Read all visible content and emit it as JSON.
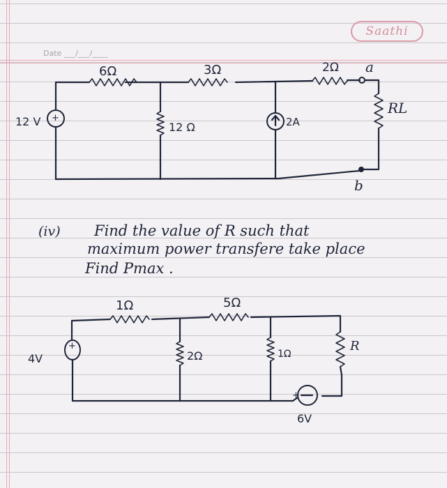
{
  "notebook": {
    "brand": "Saathi",
    "date_label": "Date ___/___/____"
  },
  "circuit1": {
    "source_voltage": "12 V",
    "source_polarity": "+",
    "r_series_1": "6Ω",
    "r_shunt": "12 Ω",
    "r_series_2": "3Ω",
    "current_source": "2A",
    "r_series_3": "2Ω",
    "node_a": "a",
    "node_b": "b",
    "r_load": "RL"
  },
  "question": {
    "number": "(iv)",
    "line1": "Find the value of R such that",
    "line2": "maximum power transfere take place",
    "line3": "Find Pmax ."
  },
  "circuit2": {
    "source_voltage": "4V",
    "source_polarity": "+",
    "r_series_1": "1Ω",
    "r_shunt_1": "2Ω",
    "r_series_2": "5Ω",
    "r_shunt_2": "1Ω",
    "source2_voltage": "6V",
    "source2_polarity": "+",
    "r_load": "R"
  }
}
